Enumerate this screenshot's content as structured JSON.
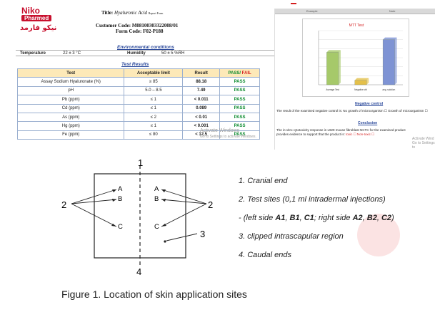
{
  "report": {
    "logo_name": "Niko",
    "logo_sub": "Pharmed",
    "logo_persian": "نیکو فارمد",
    "title_label": "Title:",
    "title_value": "Hyaluronic Acid",
    "title_tag": "Report Form",
    "customer_code_label": "Customer Code:",
    "customer_code_value": "M08100303322008/01",
    "form_code_label": "Form Code:",
    "form_code_value": "F02-P188",
    "env_title": "Environmental conditions",
    "temperature_label": "Temperature",
    "temperature_value": "22 ± 3 °C",
    "humidity_label": "Humidity",
    "humidity_value": "50 ± 5 %RH",
    "test_results_title": "Test Results",
    "columns": [
      "Test",
      "Acceptable limit",
      "Result"
    ],
    "pf_pass": "PASS/",
    "pf_fail": " FAIL",
    "rows": [
      {
        "test": "Assay Sodium Hyaluronate (%)",
        "limit": "≥ 85",
        "result": "88.18",
        "status": "PASS"
      },
      {
        "test": "pH",
        "limit": "5.0 – 8.5",
        "result": "7.49",
        "status": "PASS"
      },
      {
        "test": "Pb (ppm)",
        "limit": "≤ 1",
        "result": "< 0.011",
        "status": "PASS"
      },
      {
        "test": "Cd (ppm)",
        "limit": "≤ 1",
        "result": "0.089",
        "status": "PASS"
      },
      {
        "test": "As (ppm)",
        "limit": "≤ 2",
        "result": "< 0.01",
        "status": "PASS"
      },
      {
        "test": "Hg (ppm)",
        "limit": "≤ 1",
        "result": "< 0.001",
        "status": "PASS"
      },
      {
        "test": "Fe (ppm)",
        "limit": "≤ 80",
        "result": "< 12.5",
        "status": "PASS"
      }
    ],
    "watermark_line1": "Activate Windows",
    "watermark_line2": "Go to Settings to activate Windows."
  },
  "chartdoc": {
    "ruler_left": "Example",
    "ruler_right": "Note",
    "neg_title": "Negative control",
    "neg_text": "The result of the examined negative control is: No growth of microorganism ☐ Growth of microorganism ☐",
    "concl_title": "Conclusion",
    "concl_text_1": "The in-vitro cytotoxicity response in L929 mouse fibroblast NCTC for the examined product provides evidence to support that the product is:",
    "concl_toxic": "toxic ☐  Non-toxic ☐",
    "watermark_line1": "Activate Wind",
    "watermark_line2": "Go to Settings to"
  },
  "chart_data": {
    "type": "bar",
    "title": "MTT Test",
    "categories": [
      "Average Test",
      "Negative ctrl",
      "avg. solution"
    ],
    "values": [
      72,
      10,
      100
    ],
    "ylim": [
      0,
      120
    ],
    "grid": true,
    "colors": [
      "#a6c96a",
      "#e4c04a",
      "#7e93d4"
    ]
  },
  "figure": {
    "label_1": "1",
    "label_2_left": "2",
    "label_2_right": "2",
    "label_3": "3",
    "label_4": "4",
    "left_sites": [
      "A",
      "B",
      "C"
    ],
    "right_sites": [
      "A",
      "B",
      "C"
    ],
    "caption": "Figure 1. Location of skin application sites"
  },
  "legend": {
    "item1": "1. Cranial end",
    "item2": "2. Test sites (0,1 ml intradermal injections)",
    "item2_sub_prefix": "-  (left side ",
    "item2_a1": "A1",
    "item2_comma1": ", ",
    "item2_b1": "B1",
    "item2_comma2": ", ",
    "item2_c1": "C1",
    "item2_mid": "; right side ",
    "item2_a2": "A2",
    "item2_comma3": ", ",
    "item2_b2": "B2",
    "item2_comma4": ", ",
    "item2_c2": "C2",
    "item2_end": ")",
    "item3": "3. clipped intrascapular region",
    "item4": "4. Caudal ends"
  }
}
